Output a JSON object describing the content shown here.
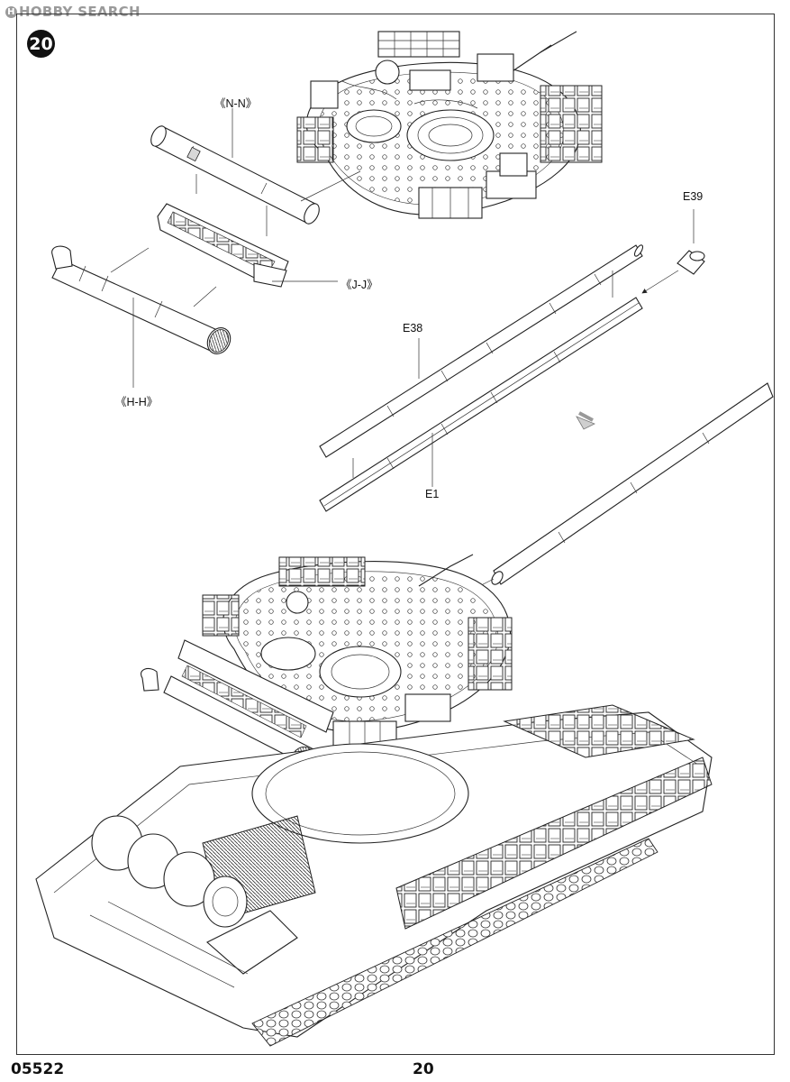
{
  "watermark": {
    "text": "HOBBY SEARCH"
  },
  "step": {
    "number": "20"
  },
  "labels": {
    "nn": "《N-N》",
    "jj": "《J-J》",
    "hh": "《H-H》",
    "e39": "E39",
    "e38": "E38",
    "e1": "E1"
  },
  "footer": {
    "product_code": "05522",
    "page_number": "20"
  }
}
